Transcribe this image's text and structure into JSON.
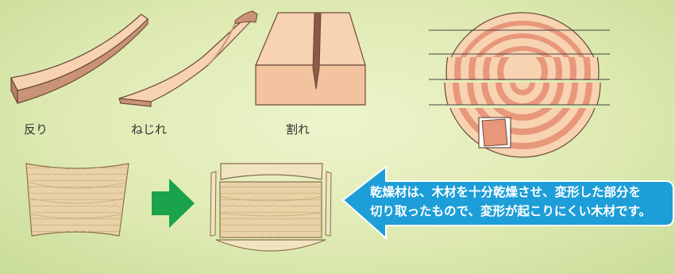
{
  "defects": {
    "warp_label": "反り",
    "twist_label": "ねじれ",
    "split_label": "割れ"
  },
  "callout": {
    "line1": "乾燥材は、木材を十分乾燥させ、変形した部分を",
    "line2": "切り取ったもので、変形が起こりにくい木材です。"
  },
  "colors": {
    "wood_face": "#f7d3b2",
    "wood_side": "#d19f7e",
    "ring": "#e8977a",
    "callout_blue": "#1e9ed8",
    "arrow_green": "#1aa34a"
  }
}
